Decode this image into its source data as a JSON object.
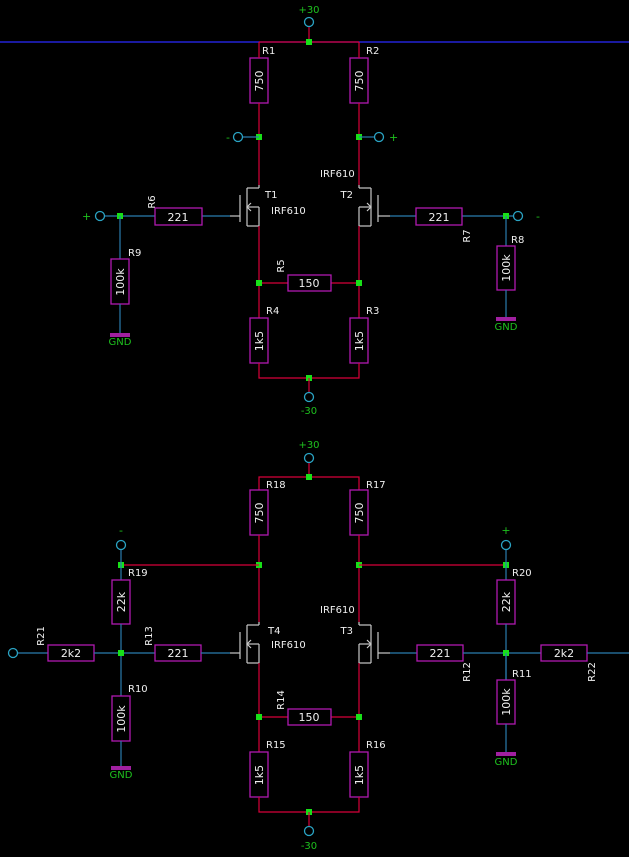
{
  "rails": {
    "pos": "+30",
    "neg": "-30"
  },
  "gnd": "GND",
  "pol": {
    "plus": "+",
    "minus": "-"
  },
  "device": "IRF610",
  "top": {
    "r1": {
      "ref": "R1",
      "val": "750"
    },
    "r2": {
      "ref": "R2",
      "val": "750"
    },
    "r3": {
      "ref": "R3",
      "val": "1k5"
    },
    "r4": {
      "ref": "R4",
      "val": "1k5"
    },
    "r5": {
      "ref": "R5",
      "val": "150"
    },
    "r6": {
      "ref": "R6",
      "val": "221"
    },
    "r7": {
      "ref": "R7",
      "val": "221"
    },
    "r8": {
      "ref": "R8",
      "val": "100k"
    },
    "r9": {
      "ref": "R9",
      "val": "100k"
    },
    "t1": "T1",
    "t2": "T2"
  },
  "bottom": {
    "r10": {
      "ref": "R10",
      "val": "100k"
    },
    "r11": {
      "ref": "R11",
      "val": "100k"
    },
    "r12": {
      "ref": "R12",
      "val": "221"
    },
    "r13": {
      "ref": "R13",
      "val": "221"
    },
    "r14": {
      "ref": "R14",
      "val": "150"
    },
    "r15": {
      "ref": "R15",
      "val": "1k5"
    },
    "r16": {
      "ref": "R16",
      "val": "1k5"
    },
    "r17": {
      "ref": "R17",
      "val": "750"
    },
    "r18": {
      "ref": "R18",
      "val": "750"
    },
    "r19": {
      "ref": "R19",
      "val": "22k"
    },
    "r20": {
      "ref": "R20",
      "val": "22k"
    },
    "r21": {
      "ref": "R21",
      "val": "2k2"
    },
    "r22": {
      "ref": "R22",
      "val": "2k2"
    },
    "t3": "T3",
    "t4": "T4"
  }
}
